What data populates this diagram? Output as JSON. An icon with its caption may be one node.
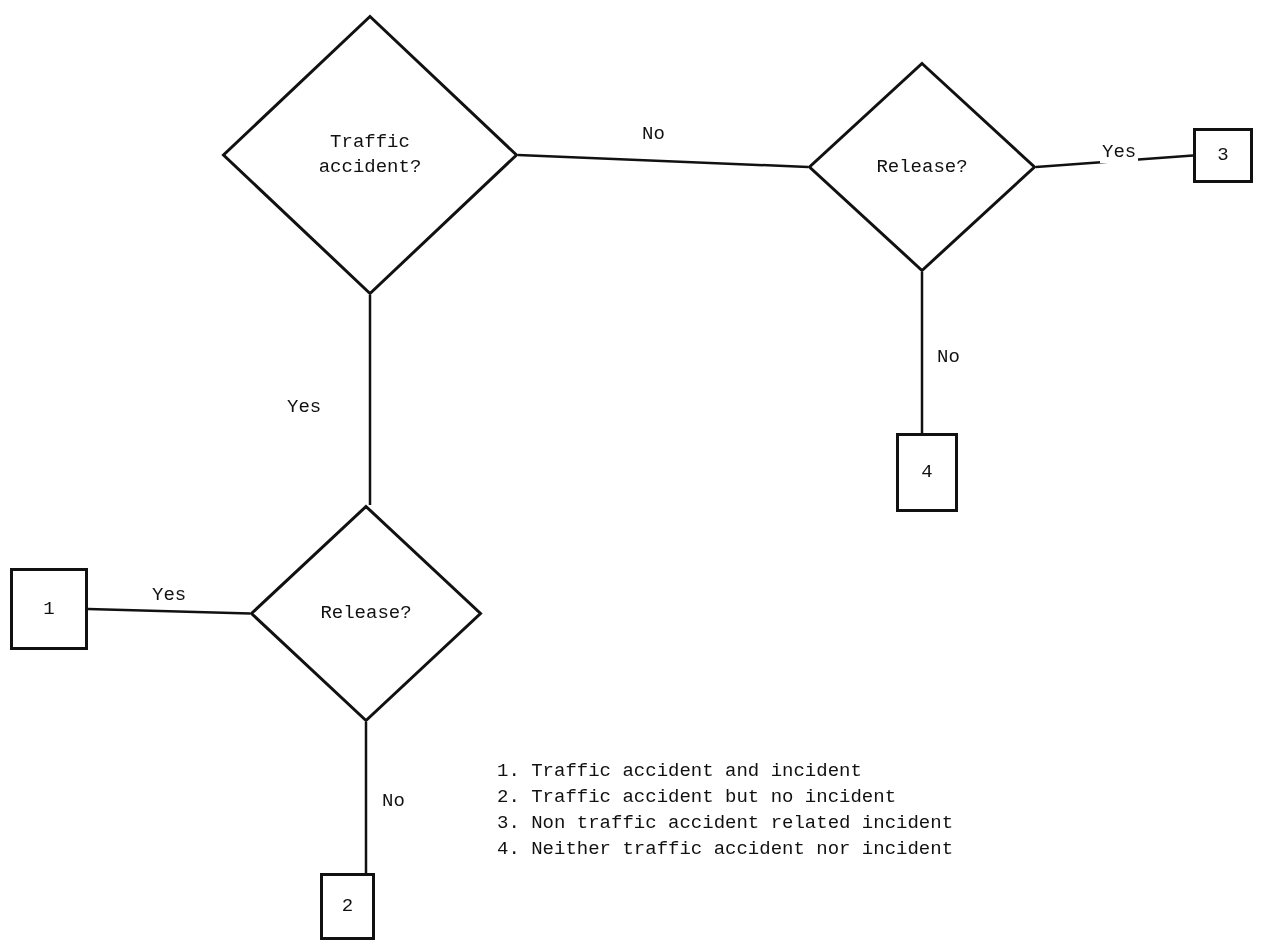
{
  "diagram": {
    "nodes": [
      {
        "text": [
          "Traffic accident?"
        ]
      },
      {
        "text": [
          "Release?"
        ]
      },
      {
        "text": [
          "3"
        ]
      },
      {
        "text": [
          "4"
        ]
      },
      {
        "text": [
          "Release?"
        ]
      },
      {
        "text": [
          "1"
        ]
      },
      {
        "text": [
          "2"
        ]
      }
    ],
    "edges": [
      {
        "from": 0,
        "to": 1,
        "arrow": "none",
        "label": "No"
      },
      {
        "from": 1,
        "to": 2,
        "arrow": "none",
        "label": "Yes"
      },
      {
        "from": 1,
        "to": 3,
        "arrow": "none",
        "label": "No"
      },
      {
        "from": 0,
        "to": 4,
        "arrow": "none",
        "label": "Yes"
      },
      {
        "from": 4,
        "to": 5,
        "arrow": "none",
        "label": "Yes"
      },
      {
        "from": 4,
        "to": 6,
        "arrow": "none",
        "label": "No"
      }
    ],
    "labels": [
      "1. Traffic accident and incident",
      "2. Traffic accident but no incident",
      "3. Non traffic accident related incident",
      "4. Neither traffic accident nor incident"
    ]
  }
}
